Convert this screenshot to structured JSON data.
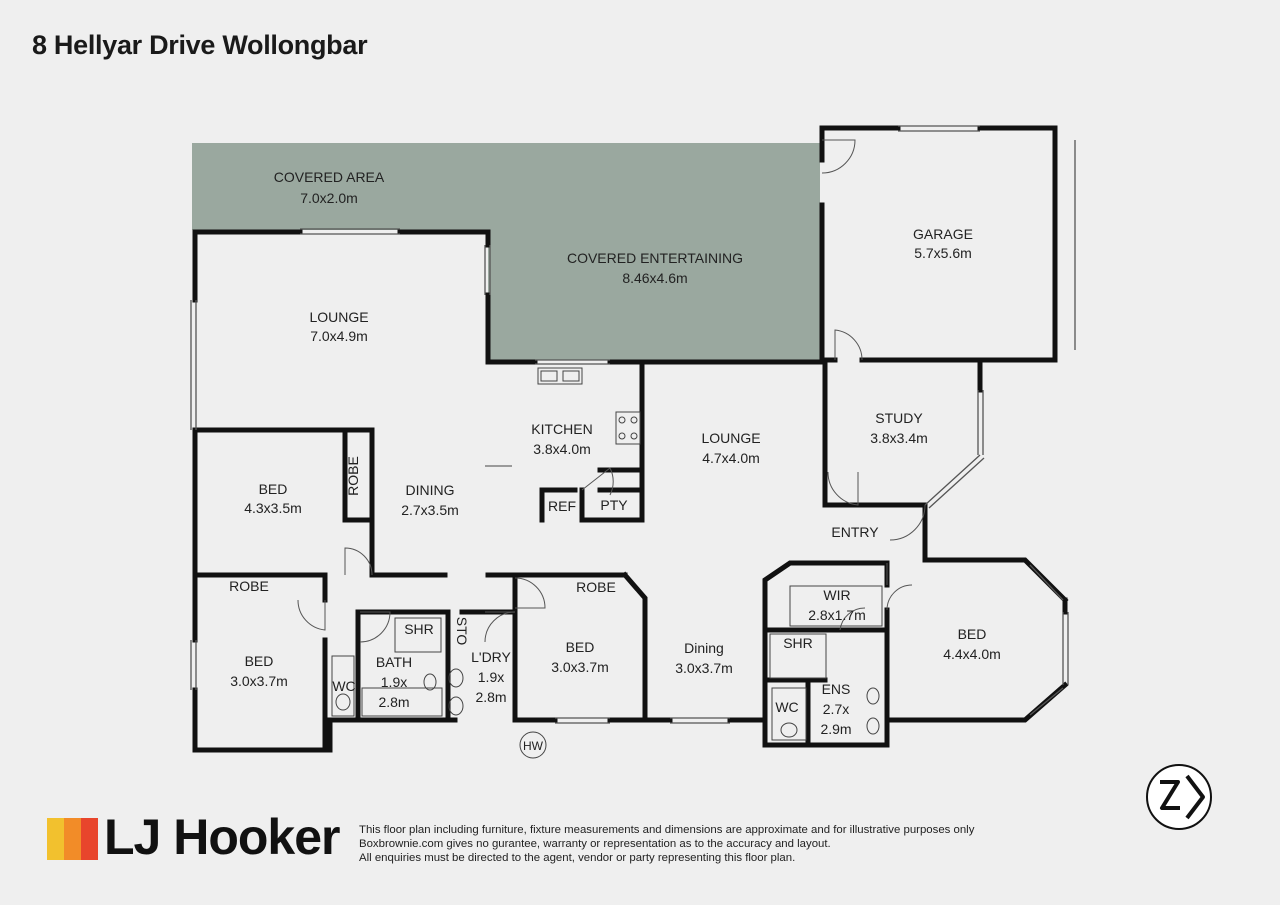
{
  "title": "8 Hellyar Drive Wollongbar",
  "rooms": {
    "covered_area": {
      "name": "COVERED AREA",
      "dims": "7.0x2.0m"
    },
    "covered_entertaining": {
      "name": "COVERED ENTERTAINING",
      "dims": "8.46x4.6m"
    },
    "garage": {
      "name": "GARAGE",
      "dims": "5.7x5.6m"
    },
    "lounge_main": {
      "name": "LOUNGE",
      "dims": "7.0x4.9m"
    },
    "kitchen": {
      "name": "KITCHEN",
      "dims": "3.8x4.0m"
    },
    "lounge_2": {
      "name": "LOUNGE",
      "dims": "4.7x4.0m"
    },
    "study": {
      "name": "STUDY",
      "dims": "3.8x3.4m"
    },
    "bed_1": {
      "name": "BED",
      "dims": "4.3x3.5m"
    },
    "dining_1": {
      "name": "DINING",
      "dims": "2.7x3.5m"
    },
    "bed_2": {
      "name": "BED",
      "dims": "3.0x3.7m"
    },
    "bath": {
      "name": "BATH",
      "dims_a": "1.9x",
      "dims_b": "2.8m"
    },
    "laundry": {
      "name": "L'DRY",
      "dims_a": "1.9x",
      "dims_b": "2.8m"
    },
    "bed_3": {
      "name": "BED",
      "dims": "3.0x3.7m"
    },
    "dining_2": {
      "name": "Dining",
      "dims": "3.0x3.7m"
    },
    "wir": {
      "name": "WIR",
      "dims": "2.8x1.7m"
    },
    "ens": {
      "name": "ENS",
      "dims_a": "2.7x",
      "dims_b": "2.9m"
    },
    "bed_master": {
      "name": "BED",
      "dims": "4.4x4.0m"
    }
  },
  "small_labels": {
    "robe_1": "ROBE",
    "robe_2": "ROBE",
    "robe_3": "ROBE",
    "ref": "REF",
    "pty": "PTY",
    "shr_1": "SHR",
    "sto": "STO",
    "wc_1": "WC",
    "shr_2": "SHR",
    "wc_2": "WC",
    "entry": "ENTRY",
    "hw": "HW"
  },
  "logo": {
    "text": "LJ Hooker",
    "colors": [
      "#f2c12e",
      "#f28c28",
      "#e8452c"
    ]
  },
  "compass_icon": "north-arrow-icon",
  "disclaimer": [
    "This floor plan including furniture, fixture measurements and dimensions are approximate and for illustrative purposes only",
    "Boxbrownie.com gives no gurantee, warranty or representation as to the accuracy and layout.",
    "All enquiries must be directed to the agent, vendor or party representing this floor plan."
  ]
}
